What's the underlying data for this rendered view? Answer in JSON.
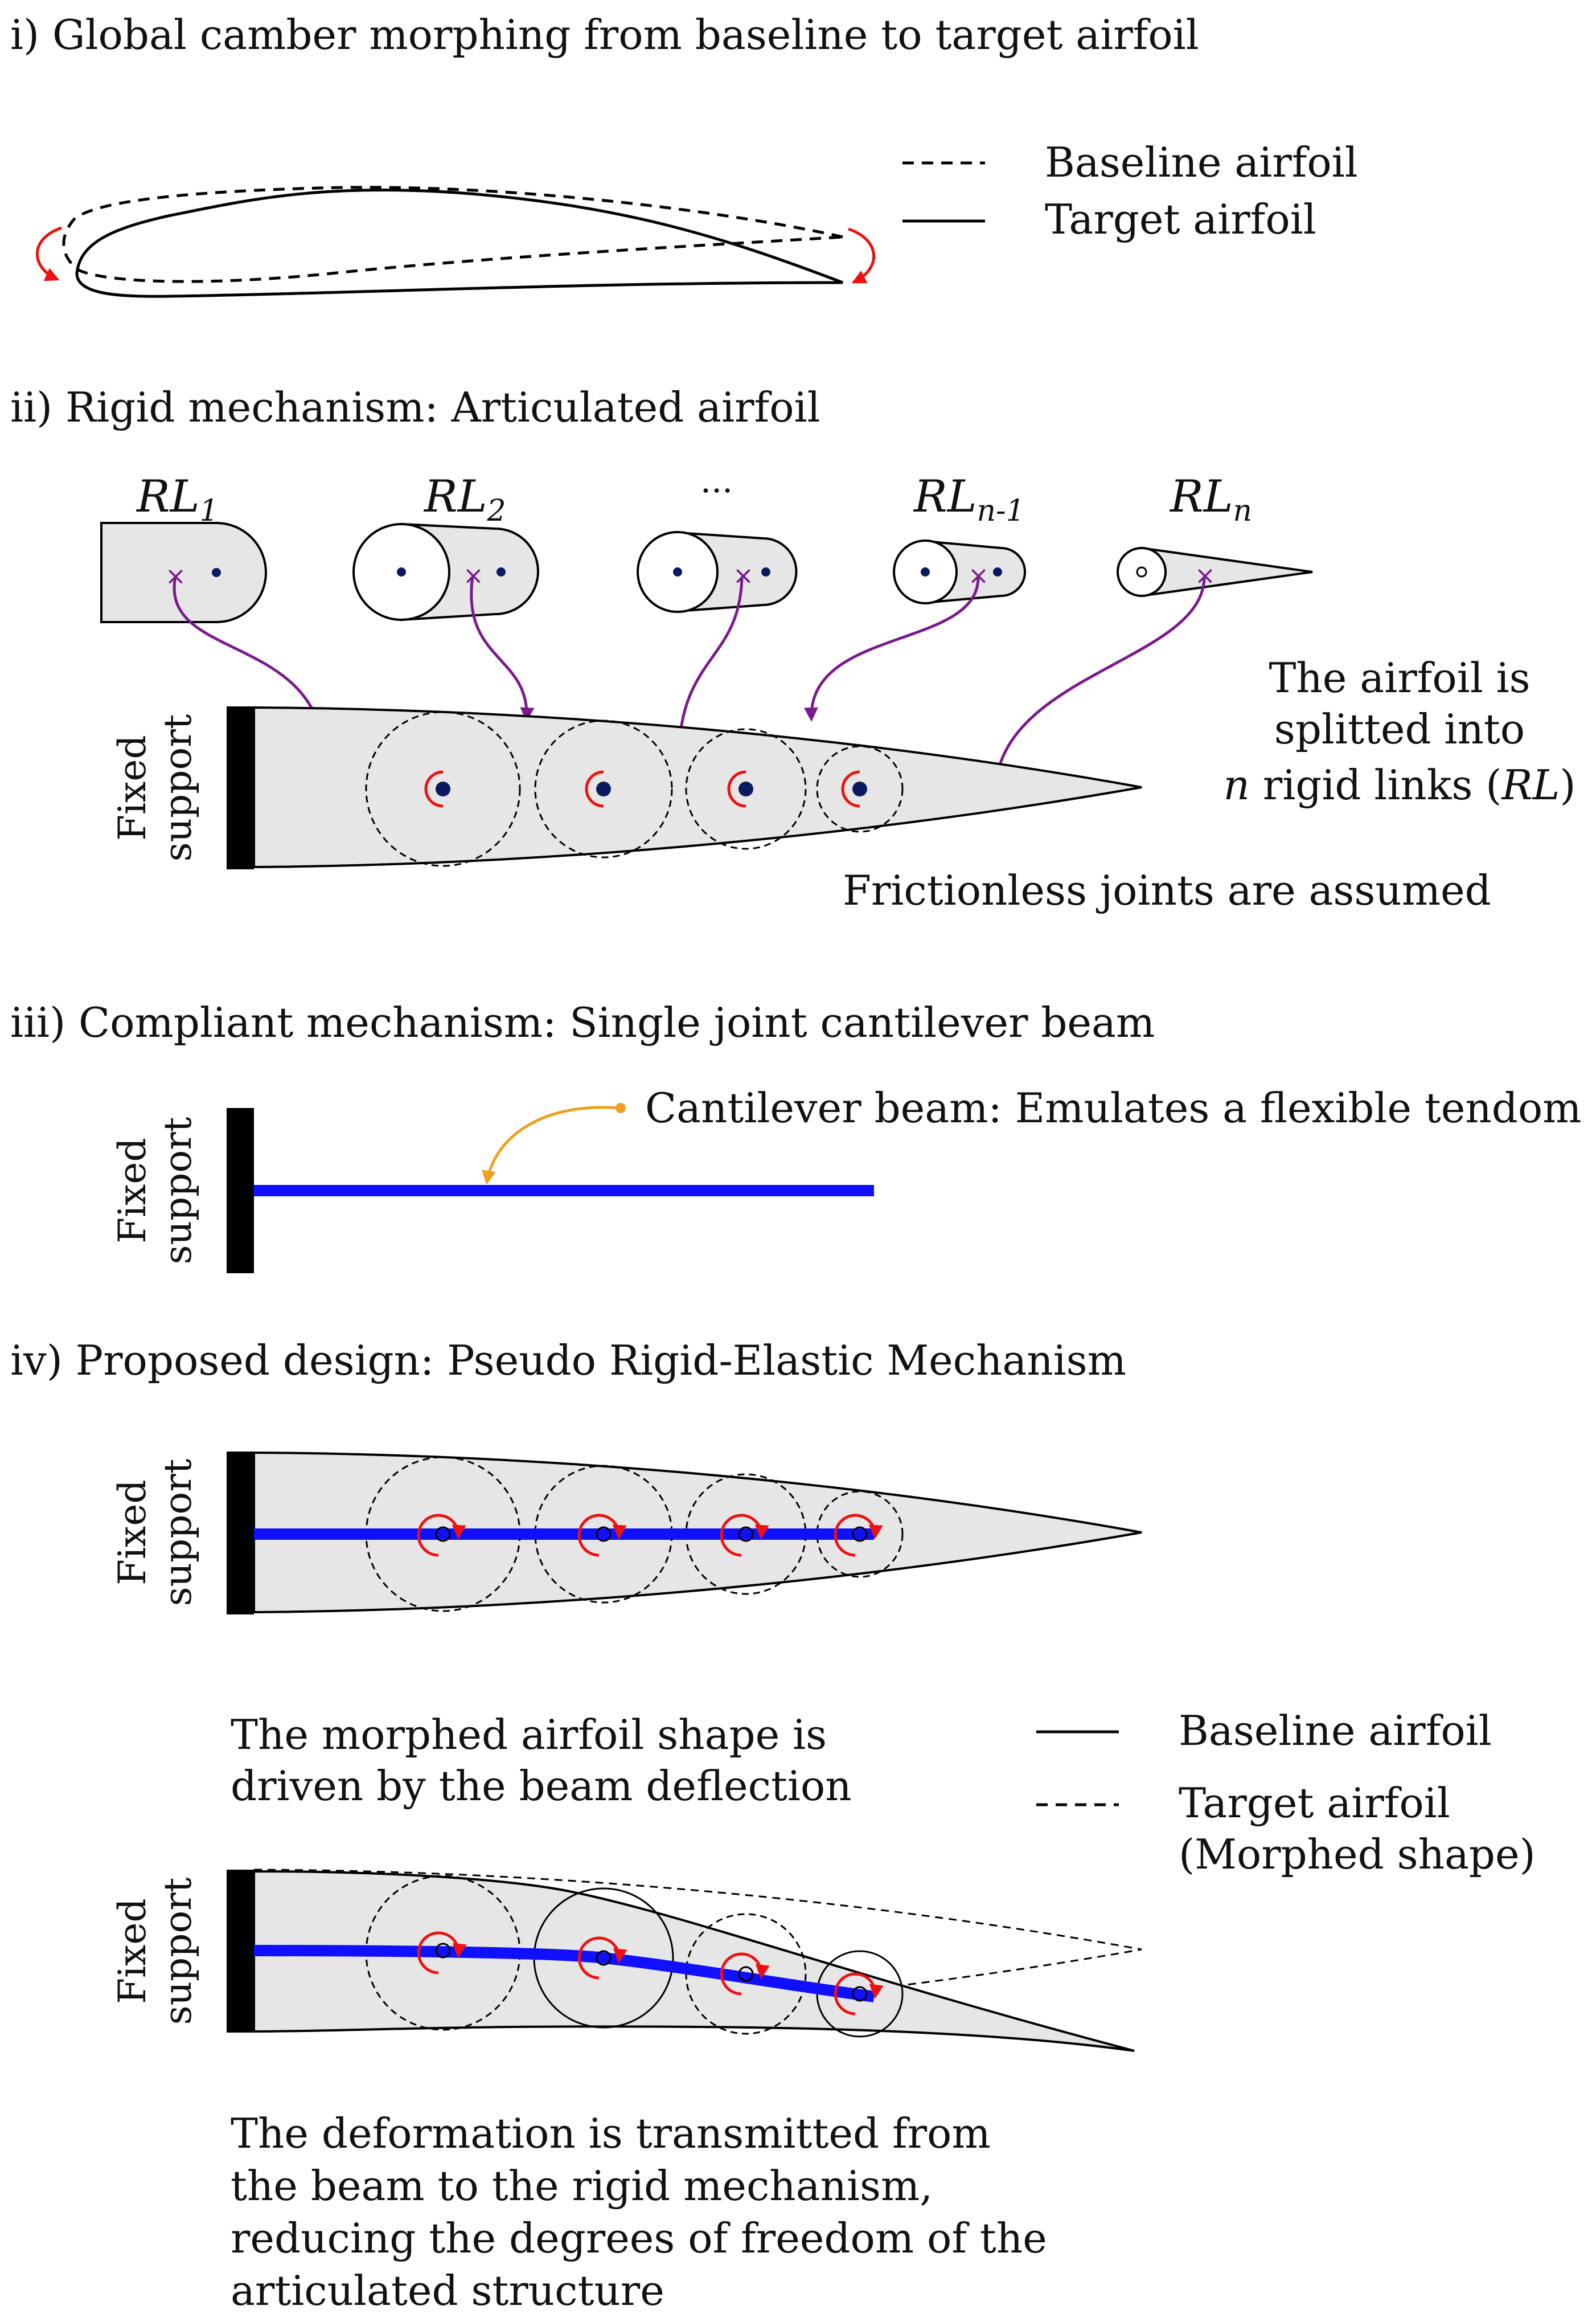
{
  "sections": {
    "s1": {
      "title": "i) Global camber morphing from baseline to target airfoil"
    },
    "s2": {
      "title": "ii) Rigid mechanism: Articulated airfoil"
    },
    "s3": {
      "title": "iii) Compliant mechanism: Single joint cantilever beam"
    },
    "s4": {
      "title": "iv) Proposed design: Pseudo Rigid-Elastic Mechanism"
    }
  },
  "legend1": {
    "baseline": "Baseline airfoil",
    "target": "Target airfoil"
  },
  "rigid_links": [
    {
      "base": "RL",
      "sub": "1"
    },
    {
      "base": "RL",
      "sub": "2"
    },
    {
      "base": "···",
      "sub": ""
    },
    {
      "base": "RL",
      "sub": "n-1"
    },
    {
      "base": "RL",
      "sub": "n"
    }
  ],
  "s2_note": {
    "line1": "The airfoil is",
    "line2": "splitted into",
    "line3_n": "n",
    "line3_mid": " rigid links (",
    "line3_rl": "RL",
    "line3_end": ")",
    "frictionless": "Frictionless joints are assumed"
  },
  "fixed_support": {
    "line1": "Fixed",
    "line2": "support"
  },
  "s3_note": "Cantilever beam: Emulates a flexible tendom",
  "s4_note1": {
    "line1": "The morphed airfoil shape is",
    "line2": "driven by the beam deflection"
  },
  "legend2": {
    "baseline": "Baseline airfoil",
    "target_line1": "Target airfoil",
    "target_line2": "(Morphed shape)"
  },
  "s4_note2": {
    "line1": "The deformation is transmitted from",
    "line2": "the beam to the rigid mechanism,",
    "line3": "reducing the degrees of freedom of the",
    "line4": "articulated structure"
  },
  "colors": {
    "beam": "#1010ff",
    "rotation_arrow": "#ee1111",
    "link_arrow": "#7a1a8c",
    "callout_arrow": "#f0a020",
    "airfoil_fill": "#e6e6e6",
    "joint_dot": "#0b1a5e"
  }
}
